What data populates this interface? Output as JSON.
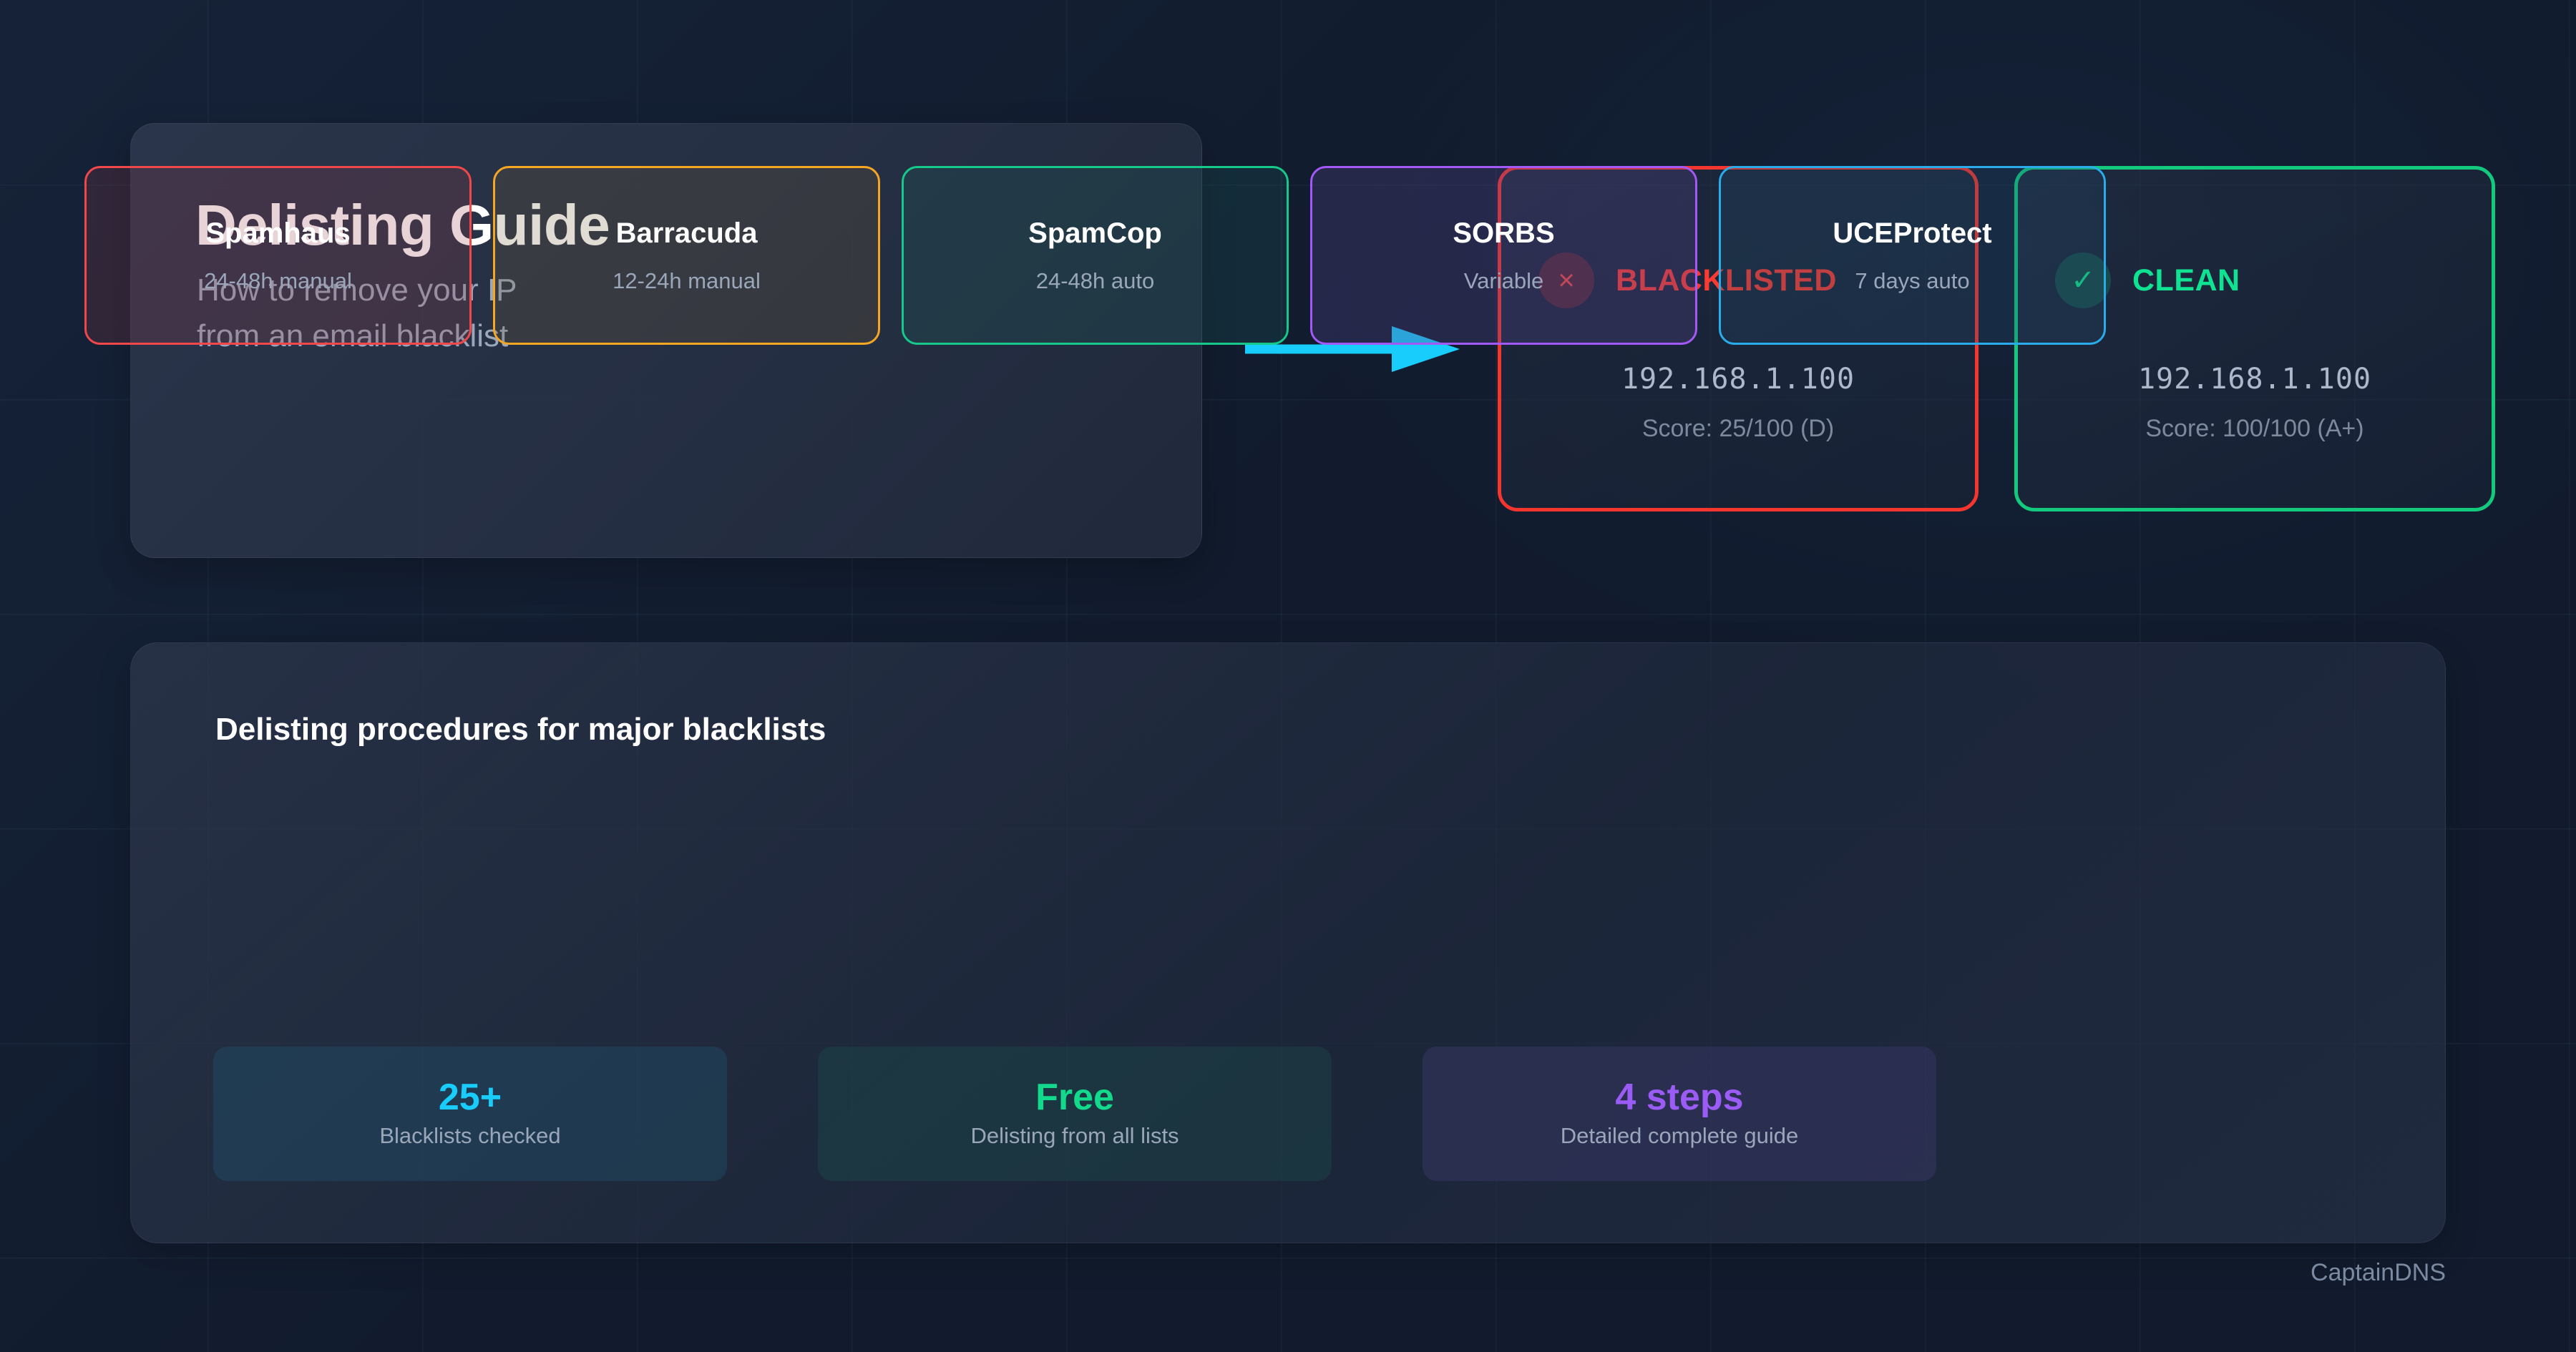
{
  "hero": {
    "title": "Delisting Guide",
    "subtitle_line1": "How to remove your IP",
    "subtitle_line2": "from an email blacklist"
  },
  "arrow": {
    "name": "flow-arrow",
    "color": "#18cdfb",
    "direction": "right"
  },
  "status_cards": [
    {
      "state": "blacklisted",
      "icon": "x-icon",
      "icon_glyph": "×",
      "label": "BLACKLISTED",
      "ip": "192.168.1.100",
      "score": "Score: 25/100 (D)",
      "border_color": "#f5362e",
      "label_color": "#fa3b33"
    },
    {
      "state": "clean",
      "icon": "check-icon",
      "icon_glyph": "✓",
      "label": "CLEAN",
      "ip": "192.168.1.100",
      "score": "Score: 100/100 (A+)",
      "border_color": "#12c97e",
      "label_color": "#0fe291"
    }
  ],
  "panel": {
    "title": "Delisting procedures for major blacklists",
    "chips": [
      {
        "name": "Spamhaus",
        "time": "24-48h manual",
        "border": "#f0484a",
        "fill": "rgba(150,60,72,0.22)"
      },
      {
        "name": "Barracuda",
        "time": "12-24h manual",
        "border": "#f5a623",
        "fill": "rgba(120,95,55,0.22)"
      },
      {
        "name": "SpamCop",
        "time": "24-48h auto",
        "border": "#16c98a",
        "fill": "rgba(30,95,92,0.24)"
      },
      {
        "name": "SORBS",
        "time": "Variable",
        "border": "#a259f7",
        "fill": "rgba(86,70,140,0.30)"
      },
      {
        "name": "UCEProtect",
        "time": "7 days auto",
        "border": "#2aaceb",
        "fill": "rgba(36,78,110,0.26)"
      }
    ],
    "stats": [
      {
        "value": "25+",
        "label": "Blacklists checked",
        "color": "#18cdfb",
        "fill": "rgba(32,80,108,0.42)"
      },
      {
        "value": "Free",
        "label": "Delisting from all lists",
        "color": "#12d98c",
        "fill": "rgba(26,78,76,0.38)"
      },
      {
        "value": "4 steps",
        "label": "Detailed complete guide",
        "color": "#9a5cf5",
        "fill": "rgba(62,58,110,0.42)"
      }
    ]
  },
  "footer": {
    "brand": "CaptainDNS"
  }
}
